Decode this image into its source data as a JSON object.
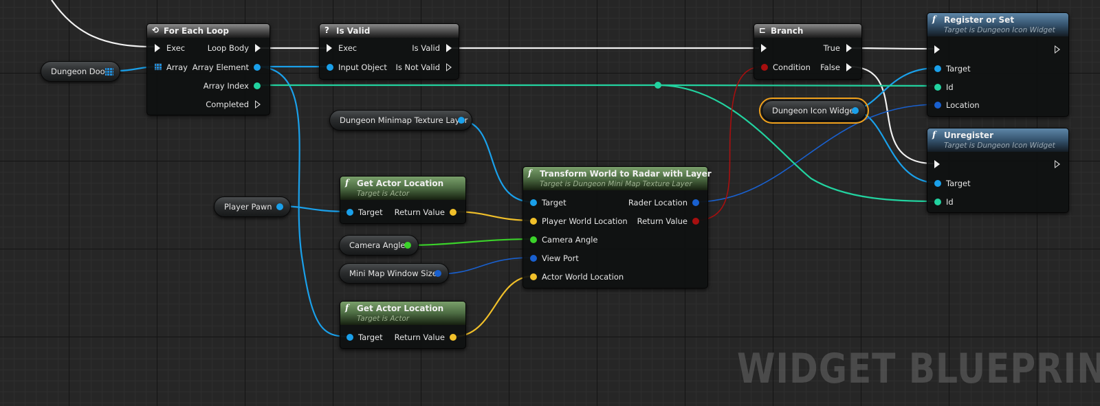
{
  "nodes": {
    "for_each": {
      "title": "For Each Loop",
      "pins": {
        "exec": "Exec",
        "array": "Array",
        "loop_body": "Loop Body",
        "array_element": "Array Element",
        "array_index": "Array Index",
        "completed": "Completed"
      }
    },
    "is_valid": {
      "title": "Is Valid",
      "pins": {
        "exec": "Exec",
        "input_object": "Input Object",
        "is_valid": "Is Valid",
        "is_not_valid": "Is Not Valid"
      }
    },
    "branch": {
      "title": "Branch",
      "pins": {
        "condition": "Condition",
        "true": "True",
        "false": "False"
      }
    },
    "register": {
      "title": "Register or Set",
      "subtitle": "Target is Dungeon Icon Widget",
      "pins": {
        "target": "Target",
        "id": "Id",
        "location": "Location"
      }
    },
    "unregister": {
      "title": "Unregister",
      "subtitle": "Target is Dungeon Icon Widget",
      "pins": {
        "target": "Target",
        "id": "Id"
      }
    },
    "get_loc_1": {
      "title": "Get Actor Location",
      "subtitle": "Target is Actor",
      "pins": {
        "target": "Target",
        "return_value": "Return Value"
      }
    },
    "get_loc_2": {
      "title": "Get Actor Location",
      "subtitle": "Target is Actor",
      "pins": {
        "target": "Target",
        "return_value": "Return Value"
      }
    },
    "transform": {
      "title": "Transform World to Radar with Layer",
      "subtitle": "Target is Dungeon Mini Map Texture Layer",
      "pins": {
        "target": "Target",
        "player_world_location": "Player World Location",
        "camera_angle": "Camera Angle",
        "view_port": "View Port",
        "actor_world_location": "Actor World Location",
        "rader_location": "Rader Location",
        "return_value": "Return Value"
      }
    }
  },
  "variables": {
    "dungeon_doors": "Dungeon Doors",
    "minimap_layer": "Dungeon Minimap Texture Layer",
    "player_pawn": "Player Pawn",
    "camera_angle": "Camera Angle",
    "window_size": "Mini Map Window Size",
    "icon_widget": "Dungeon Icon Widget"
  },
  "watermark": "WIDGET BLUEPRINT",
  "colors": {
    "exec": "#f2f2f2",
    "object": "#1aa0ea",
    "integer": "#22d3a0",
    "vector": "#f1c02a",
    "vector2d": "#1960cf",
    "float": "#3bd22a",
    "bool": "#a70f0f",
    "selection": "#f2a21c"
  }
}
